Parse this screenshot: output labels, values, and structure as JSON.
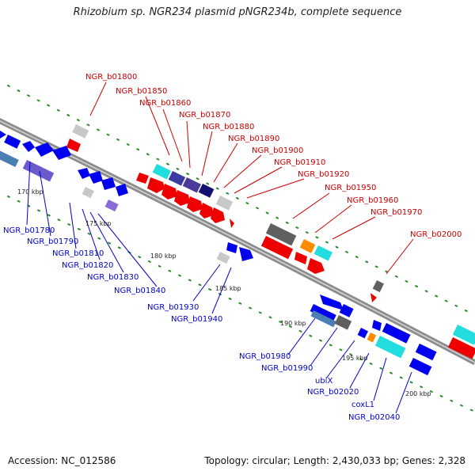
{
  "title": "Rhizobium sp. NGR234 plasmid pNGR234b, complete sequence",
  "footer": {
    "accession": "Accession: NC_012586",
    "summary": "Topology: circular; Length: 2,430,033 bp; Genes: 2,328"
  },
  "colors": {
    "backbone": "#8c8c8c",
    "forward_label": "#cc0000",
    "reverse_label": "#0000cc",
    "tick": "#2a8a2a"
  },
  "scale_labels": [
    "170 kbp",
    "175 kbp",
    "180 kbp",
    "185 kbp",
    "190 kbp",
    "195 kbp",
    "200 kbp"
  ],
  "forward_genes": [
    "NGR_b01800",
    "NGR_b01850",
    "NGR_b01860",
    "NGR_b01870",
    "NGR_b01880",
    "NGR_b01890",
    "NGR_b01900",
    "NGR_b01910",
    "NGR_b01920",
    "NGR_b01950",
    "NGR_b01960",
    "NGR_b01970",
    "NGR_b02000"
  ],
  "reverse_genes": [
    "NGR_b01780",
    "NGR_b01790",
    "NGR_b01810",
    "NGR_b01820",
    "NGR_b01830",
    "NGR_b01840",
    "NGR_b01930",
    "NGR_b01940",
    "NGR_b01980",
    "NGR_b01990",
    "ubiX",
    "NGR_b02020",
    "coxL1",
    "NGR_b02040"
  ]
}
